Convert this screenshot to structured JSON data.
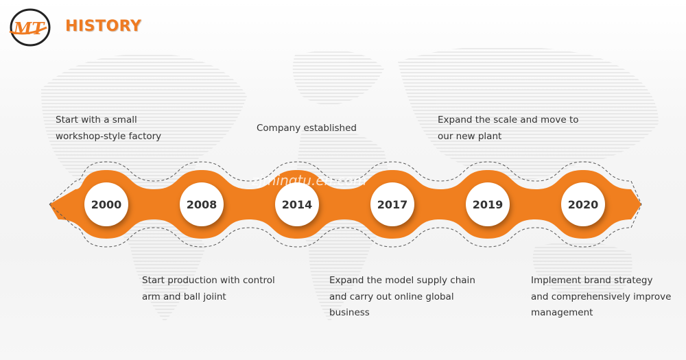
{
  "header": {
    "title": "HISTORY",
    "logo_text": "MT"
  },
  "watermark": "zjmingtu.en.com",
  "colors": {
    "accent": "#ef7b22",
    "band": "#f07f1f",
    "text": "#333333"
  },
  "timeline": {
    "milestones": [
      {
        "year": "2000",
        "description": "Start with a small\nworkshop-style factory",
        "position": "top"
      },
      {
        "year": "2008",
        "description": "Start production with control\narm and ball joiint",
        "position": "bottom"
      },
      {
        "year": "2014",
        "description": "Company established",
        "position": "top"
      },
      {
        "year": "2017",
        "description": "Expand the model supply chain\nand carry out online global\nbusiness",
        "position": "bottom"
      },
      {
        "year": "2019",
        "description": "Expand the scale and move to\nour new plant",
        "position": "top"
      },
      {
        "year": "2020",
        "description": "Implement brand strategy\nand comprehensively improve\nmanagement",
        "position": "bottom"
      }
    ]
  }
}
